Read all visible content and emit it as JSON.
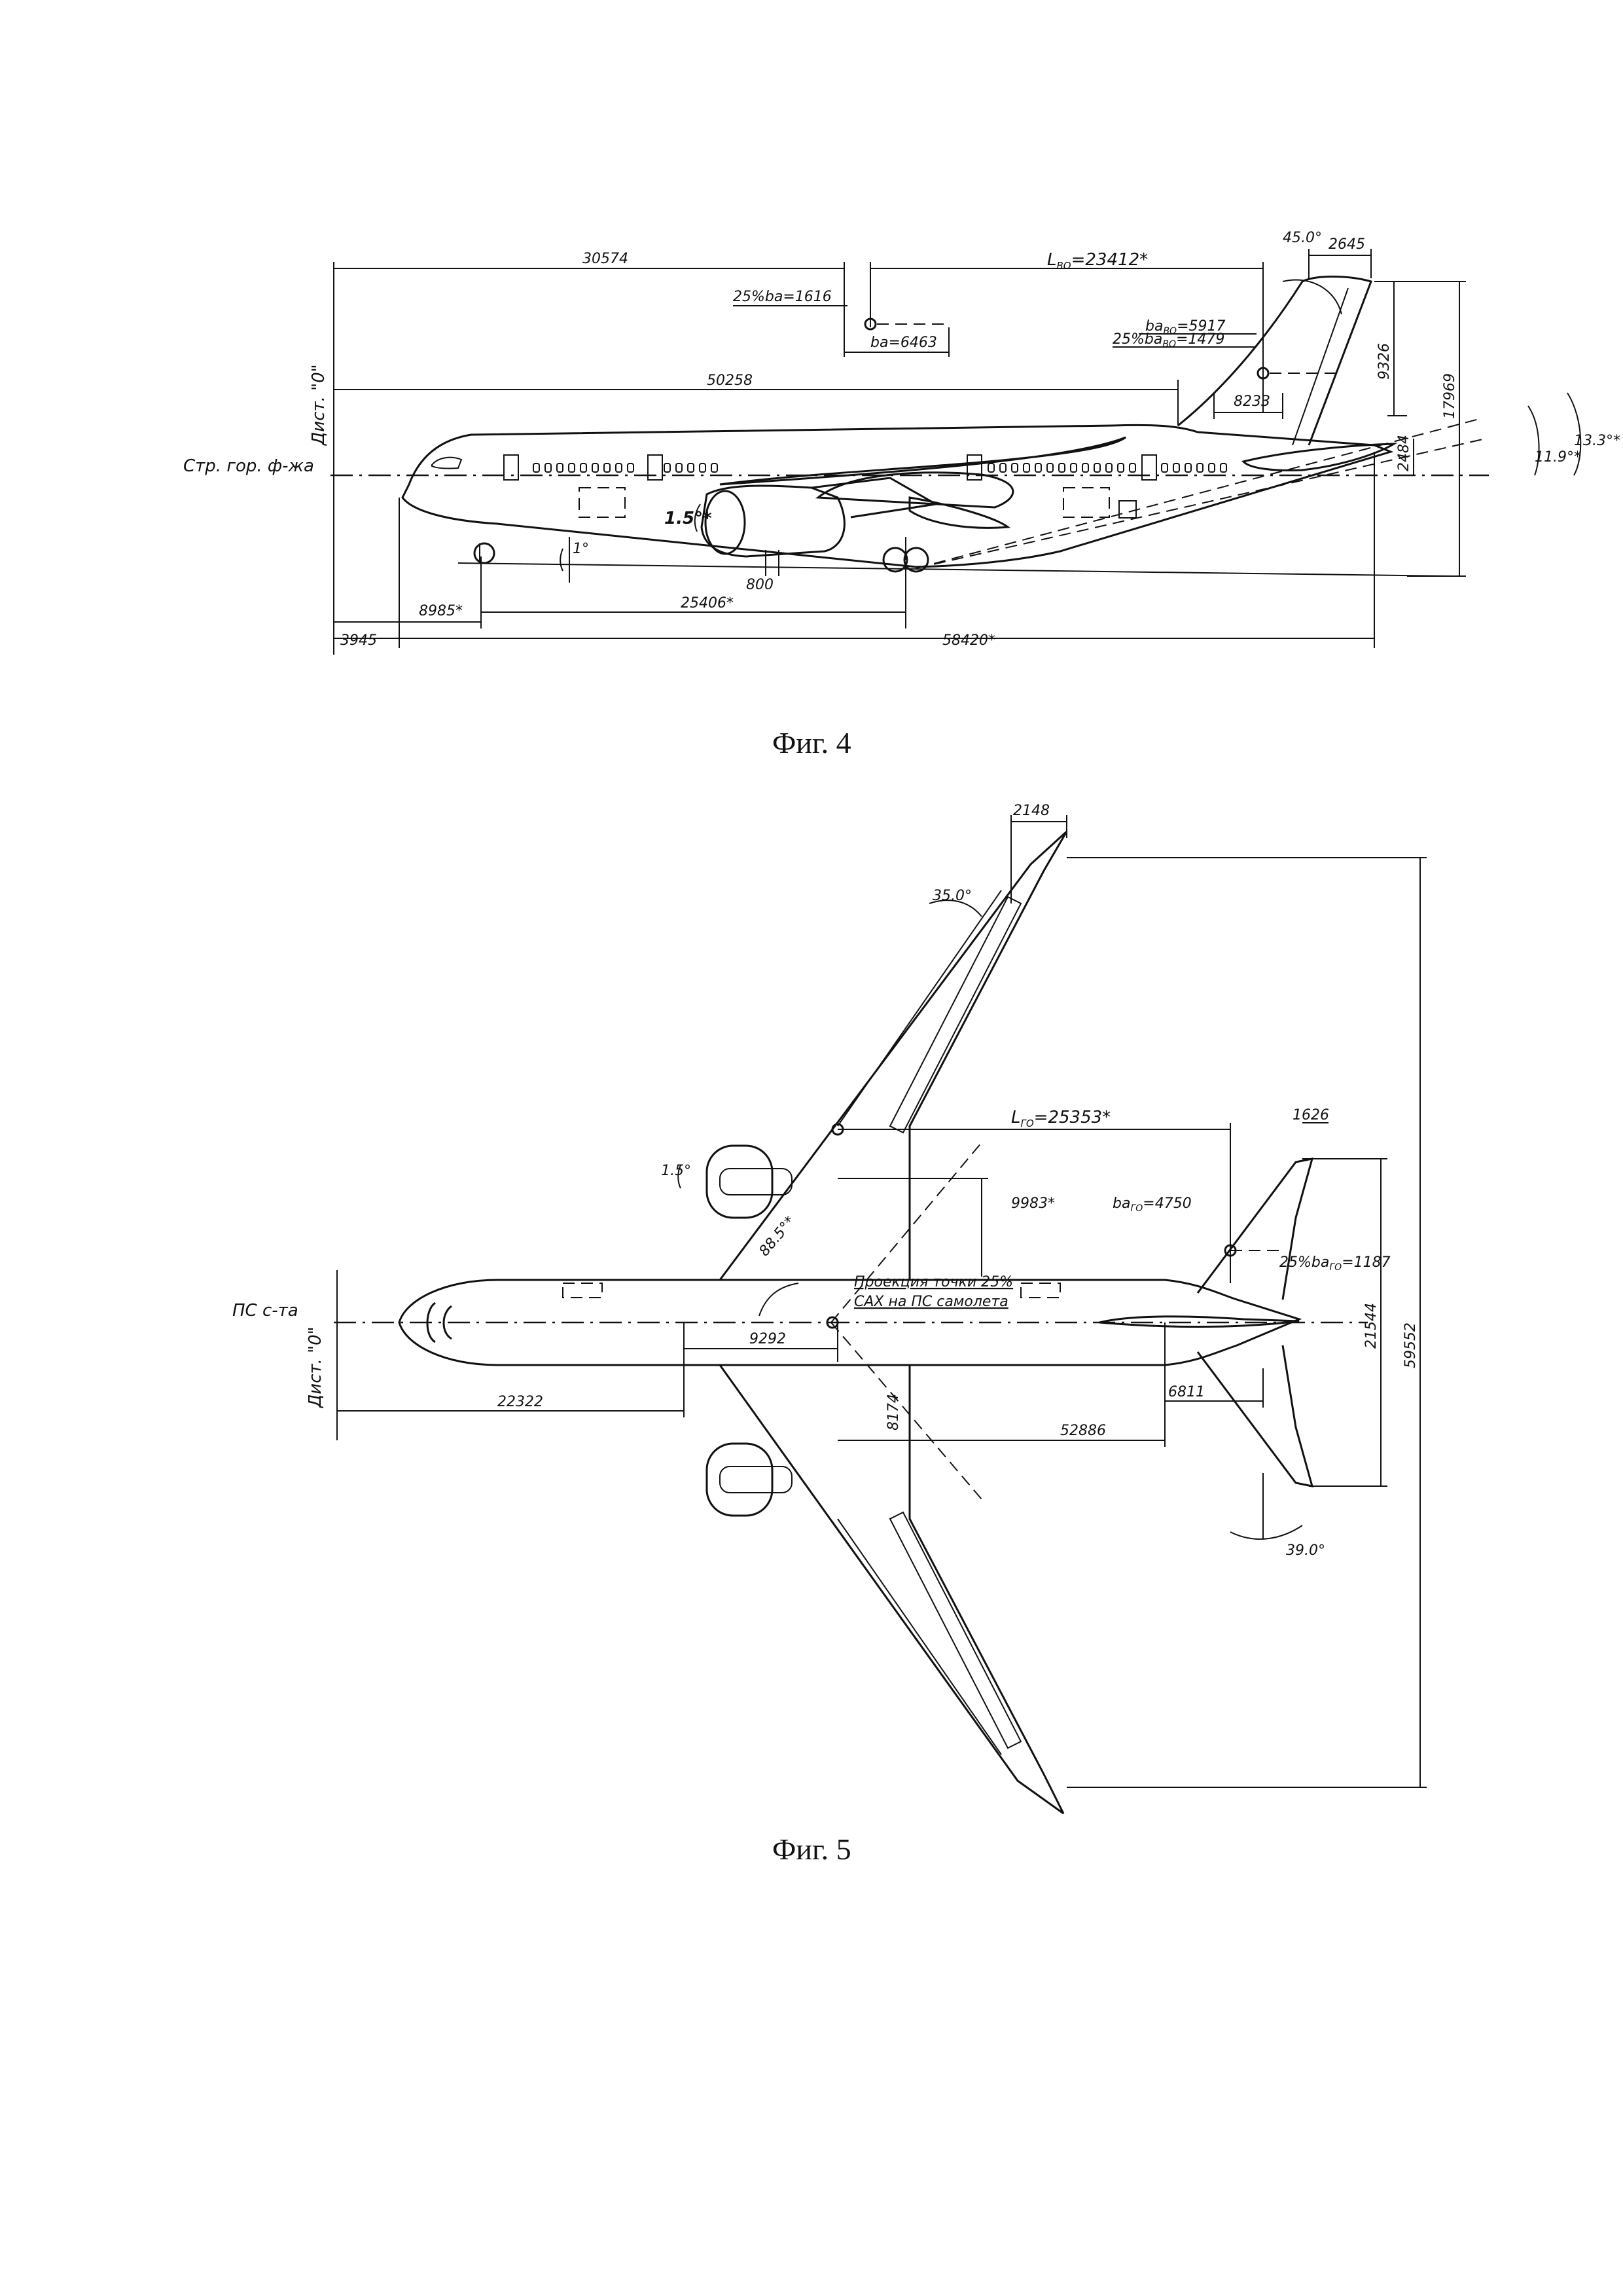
{
  "fig4": {
    "caption": "Фиг. 4",
    "axis_label": "Стр. гор. ф-жа",
    "datum_label": "Дист. \"0\"",
    "dims": {
      "nose_to_mac": "30574",
      "l_vo": "L",
      "l_vo_sub": "ВО",
      "l_vo_val": "=23412*",
      "angle_fin": "45.0°",
      "fin_tip": "2645",
      "pct_ba": "25%ba=1616",
      "ba": "ba=6463",
      "ba_vo": "ba",
      "ba_vo_sub": "ВО",
      "ba_vo_val": "=5917",
      "pct_ba_vo": "25%ba",
      "pct_ba_vo_sub": "ВО",
      "pct_ba_vo_val": "=1479",
      "fin_height": "9326",
      "total_height": "17969",
      "to_fin_root": "50258",
      "fin_root": "8233",
      "tail_offset": "2484",
      "angle_119": "11.9°*",
      "angle_133": "13.3°*",
      "engine_tilt": "1.5°*",
      "ground_tilt": "1°",
      "engine_clear": "800",
      "nose_gear": "8985*",
      "wheelbase": "25406*",
      "nose_offset": "3945",
      "length": "58420*"
    }
  },
  "fig5": {
    "caption": "Фиг. 5",
    "axis_label": "ПС с-та",
    "datum_label": "Дист. \"0\"",
    "dims": {
      "wing_tip": "2148",
      "sweep_wing": "35.0°",
      "l_go": "L",
      "l_go_sub": "ГО",
      "l_go_val": "=25353*",
      "stab_tip": "1626",
      "engine_toe": "1.5°",
      "mac_dist": "9983*",
      "ba_go": "ba",
      "ba_go_sub": "ГО",
      "ba_go_val": "=4750",
      "angle_885": "88.5°*",
      "pct_ba_go": "25%ba",
      "pct_ba_go_sub": "ГО",
      "pct_ba_go_val": "=1187",
      "note_line1": "Проекция точки 25%",
      "note_line2": "САХ на ПС самолета",
      "mac_offset": "9292",
      "stab_span": "21544",
      "wing_span": "59552",
      "nose_to_wing": "22322",
      "mac_lateral": "8174",
      "to_stab": "52886",
      "stab_root": "6811",
      "sweep_stab": "39.0°"
    }
  }
}
